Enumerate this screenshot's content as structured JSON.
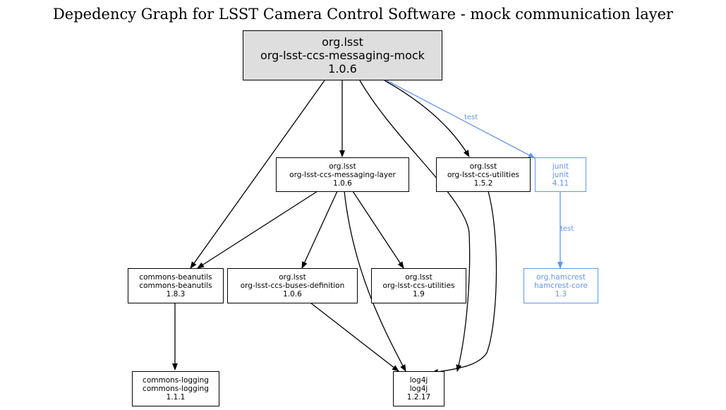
{
  "title": "Depedency Graph for LSST Camera Control Software - mock communication layer",
  "nodes": {
    "root": {
      "group": "org.lsst",
      "artifact": "org-lsst-ccs-messaging-mock",
      "version": "1.0.6"
    },
    "messaging_layer": {
      "group": "org.lsst",
      "artifact": "org-lsst-ccs-messaging-layer",
      "version": "1.0.6"
    },
    "utilities_152": {
      "group": "org.lsst",
      "artifact": "org-lsst-ccs-utilities",
      "version": "1.5.2"
    },
    "junit": {
      "group": "junit",
      "artifact": "junit",
      "version": "4.11"
    },
    "beanutils": {
      "group": "commons-beanutils",
      "artifact": "commons-beanutils",
      "version": "1.8.3"
    },
    "buses_definition": {
      "group": "org.lsst",
      "artifact": "org-lsst-ccs-buses-definition",
      "version": "1.0.6"
    },
    "utilities_19": {
      "group": "org.lsst",
      "artifact": "org-lsst-ccs-utilities",
      "version": "1.9"
    },
    "hamcrest": {
      "group": "org.hamcrest",
      "artifact": "hamcrest-core",
      "version": "1.3"
    },
    "logging": {
      "group": "commons-logging",
      "artifact": "commons-logging",
      "version": "1.1.1"
    },
    "log4j": {
      "group": "log4j",
      "artifact": "log4j",
      "version": "1.2.17"
    }
  },
  "edge_labels": {
    "root_junit": "test",
    "junit_hamcrest": "test"
  },
  "colors": {
    "test_scope": "#6495ed",
    "root_fill": "#dedede"
  }
}
